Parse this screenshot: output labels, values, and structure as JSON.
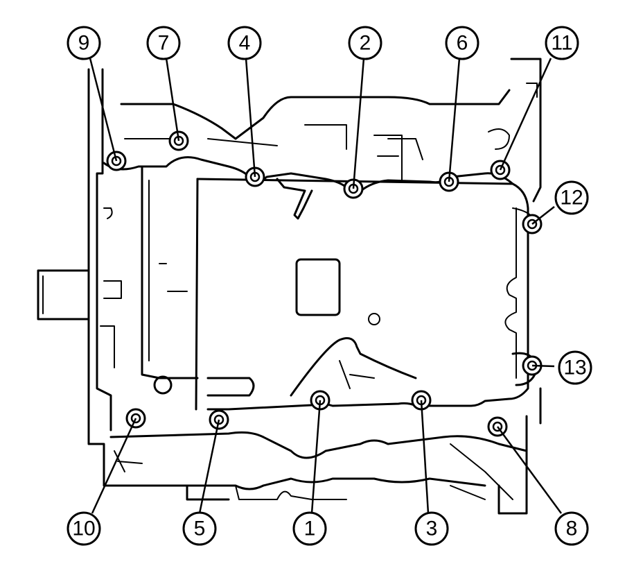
{
  "diagram": {
    "callouts": [
      {
        "label": "9"
      },
      {
        "label": "7"
      },
      {
        "label": "4"
      },
      {
        "label": "2"
      },
      {
        "label": "6"
      },
      {
        "label": "11"
      },
      {
        "label": "12"
      },
      {
        "label": "13"
      },
      {
        "label": "10"
      },
      {
        "label": "5"
      },
      {
        "label": "1"
      },
      {
        "label": "3"
      },
      {
        "label": "8"
      }
    ]
  }
}
